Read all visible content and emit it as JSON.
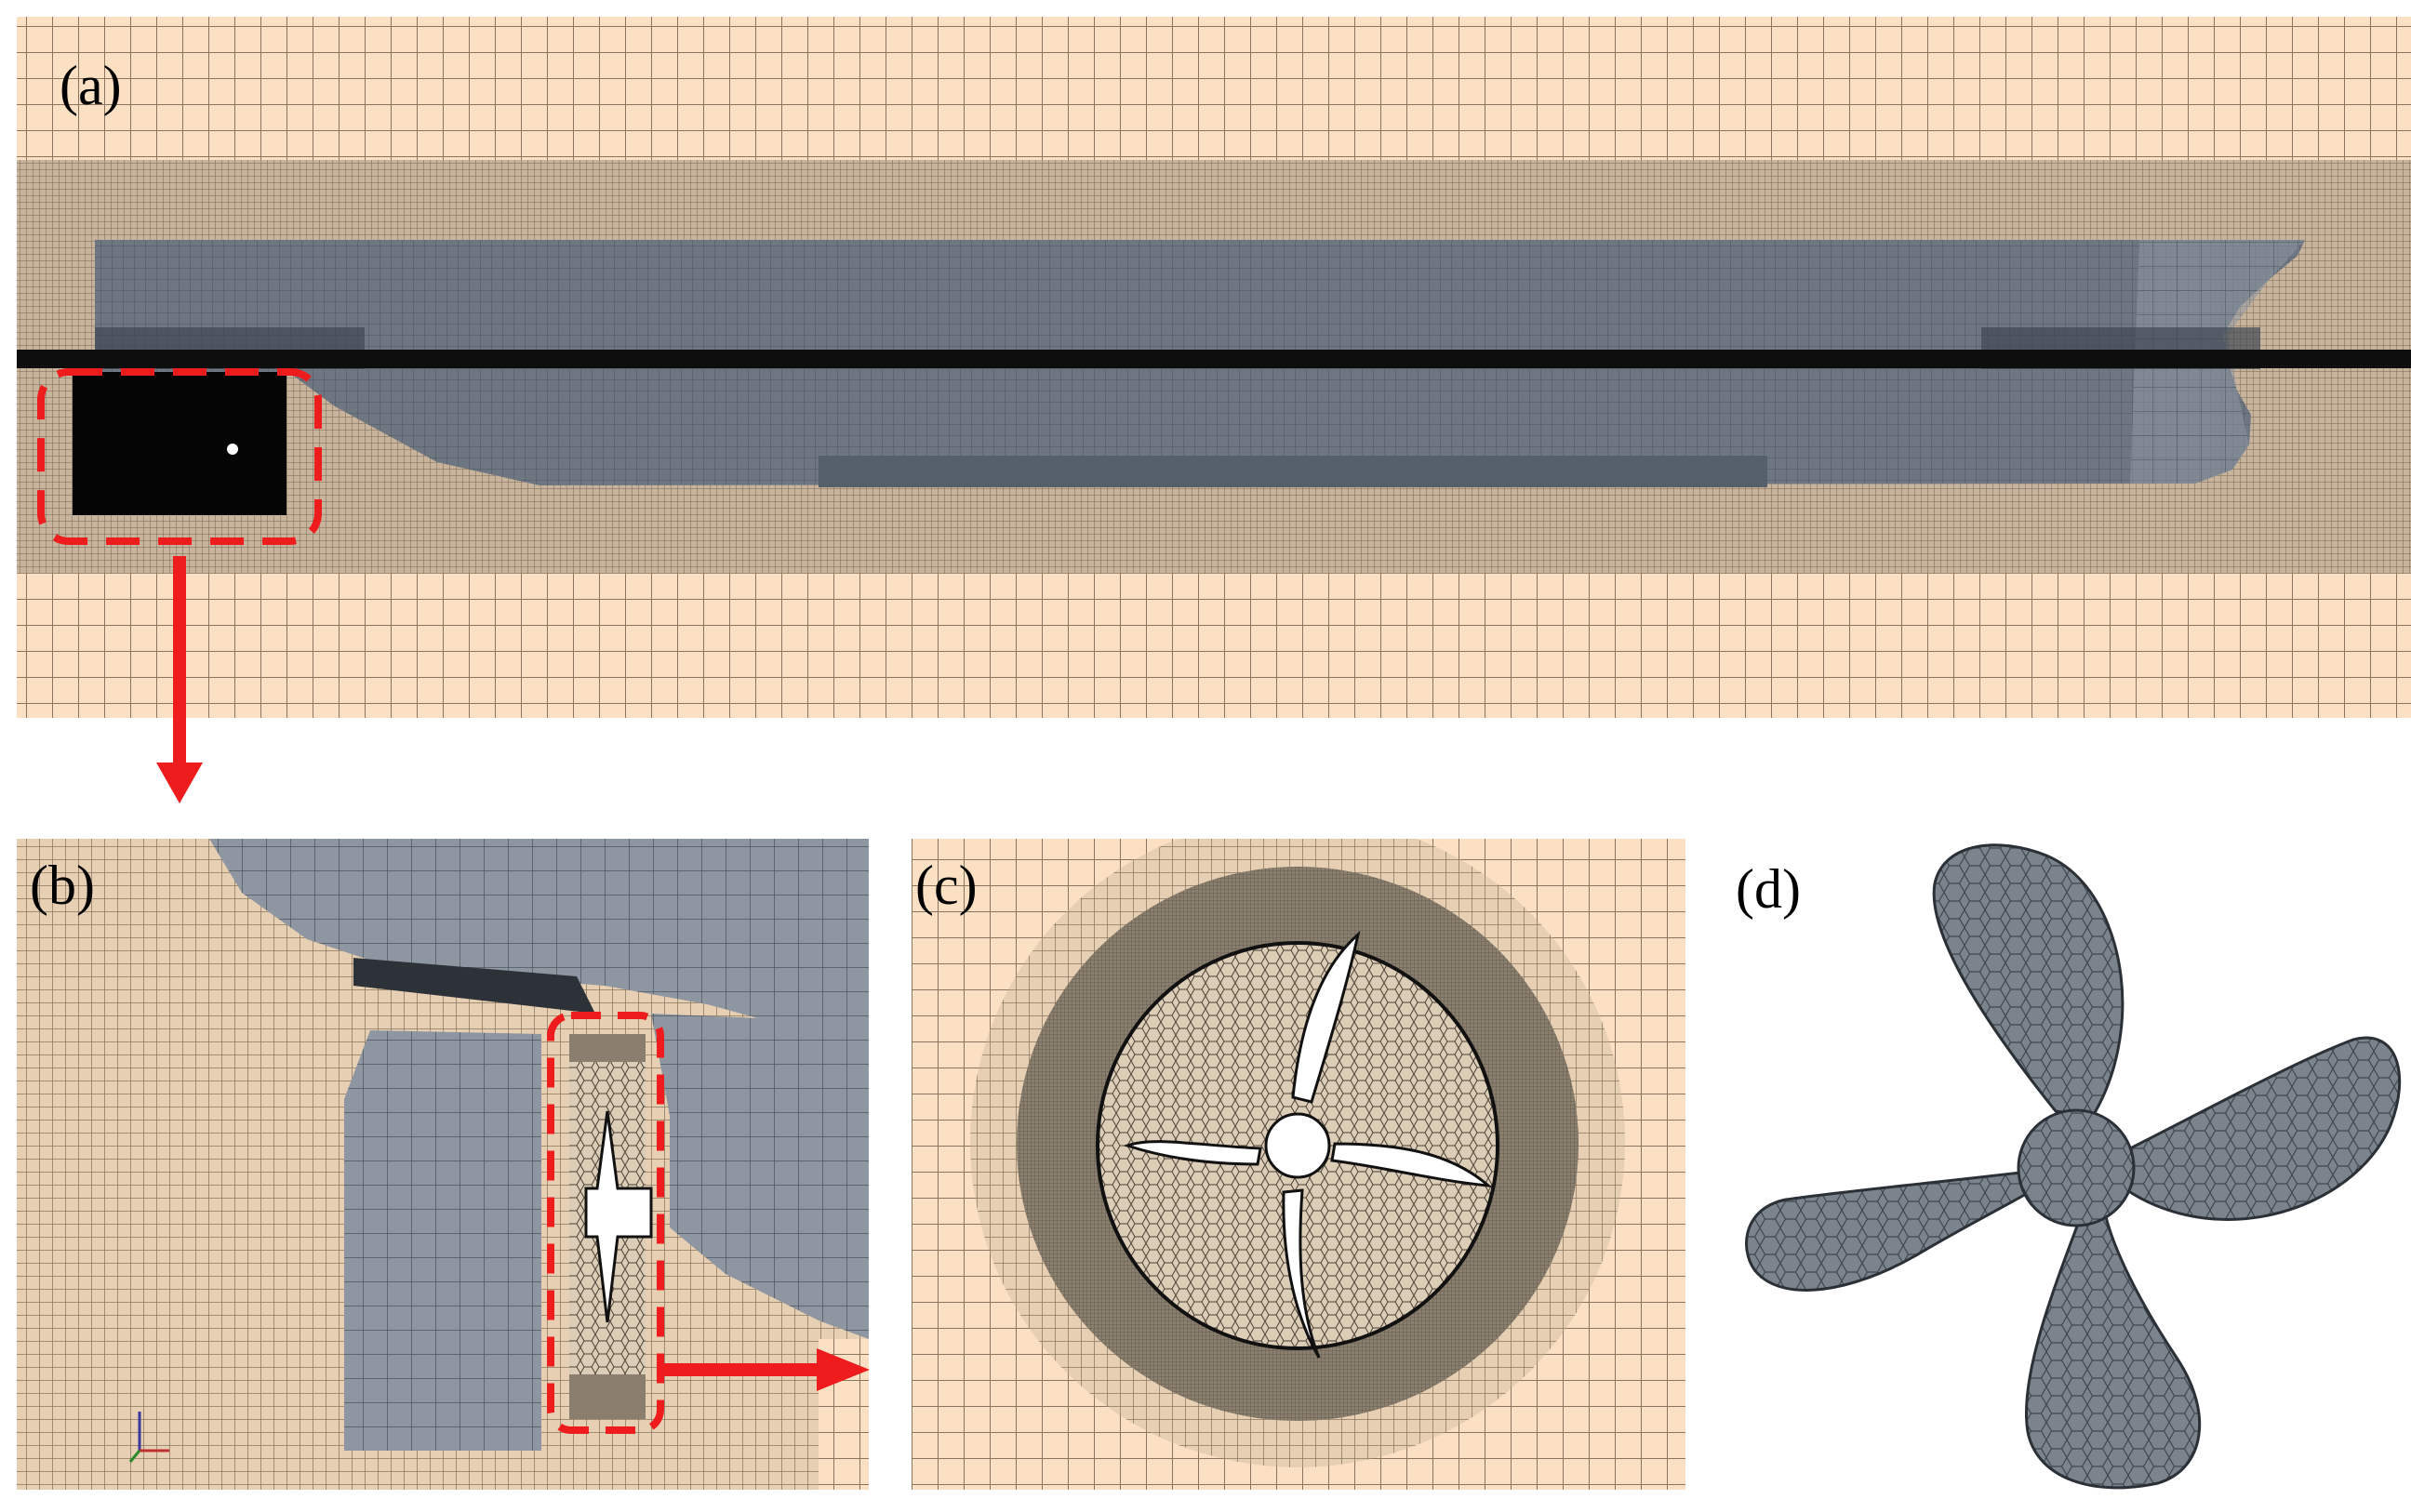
{
  "panels": [
    {
      "id": "a",
      "label": "(a)"
    },
    {
      "id": "b",
      "label": "(b)"
    },
    {
      "id": "c",
      "label": "(c)"
    },
    {
      "id": "d",
      "label": "(d)"
    }
  ],
  "colors": {
    "coarse_mesh": "#fbe0c4",
    "fine_mesh": "#c8b49c",
    "dense_mesh": "#7d7363",
    "hull": "#6d7680",
    "hull_light": "#8e96a0",
    "highlight": "#ee1c1c",
    "propeller": "#767d85"
  }
}
